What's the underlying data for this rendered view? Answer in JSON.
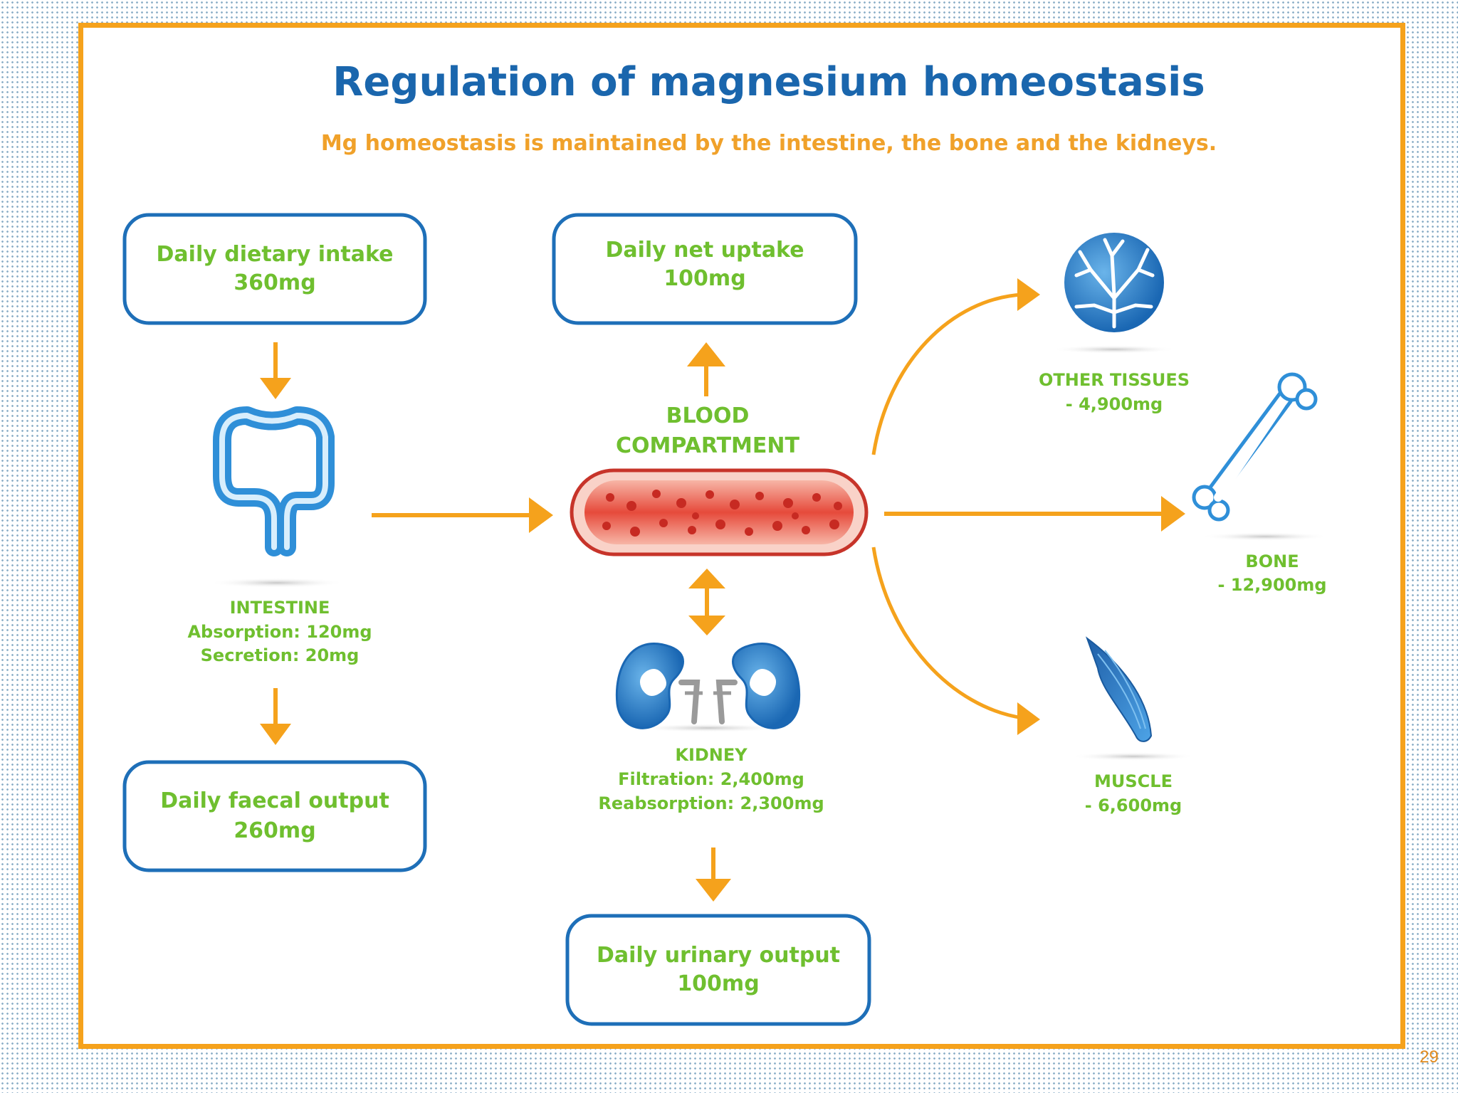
{
  "title": "Regulation of magnesium homeostasis",
  "subtitle": "Mg homeostasis is maintained by the intestine, the bone and the kidneys.",
  "boxes": {
    "dietary_intake": {
      "line1": "Daily dietary intake",
      "line2": "360mg"
    },
    "net_uptake": {
      "line1": "Daily net uptake",
      "line2": "100mg"
    },
    "faecal_output": {
      "line1": "Daily faecal output",
      "line2": "260mg"
    },
    "urinary_output": {
      "line1": "Daily urinary output",
      "line2": "100mg"
    }
  },
  "organs": {
    "intestine": {
      "name": "INTESTINE",
      "line1": "Absorption: 120mg",
      "line2": "Secretion: 20mg"
    },
    "blood": {
      "line1": "BLOOD",
      "line2": "COMPARTMENT"
    },
    "kidney": {
      "name": "KIDNEY",
      "line1": "Filtration: 2,400mg",
      "line2": "Reabsorption: 2,300mg"
    },
    "other_tissues": {
      "name": "OTHER TISSUES",
      "value": "- 4,900mg"
    },
    "bone": {
      "name": "BONE",
      "value": "- 12,900mg"
    },
    "muscle": {
      "name": "MUSCLE",
      "value": "- 6,600mg"
    }
  },
  "colors": {
    "title_blue": "#1a66ad",
    "subtitle_orange": "#f0a12a",
    "label_green": "#6fbf2f",
    "box_border_blue": "#1e6fb8",
    "arrow_orange": "#f5a21c",
    "frame_orange": "#f5a21c",
    "organ_blue": "#2f8fd8",
    "blood_red": "#d9342b"
  },
  "page_number": "29"
}
